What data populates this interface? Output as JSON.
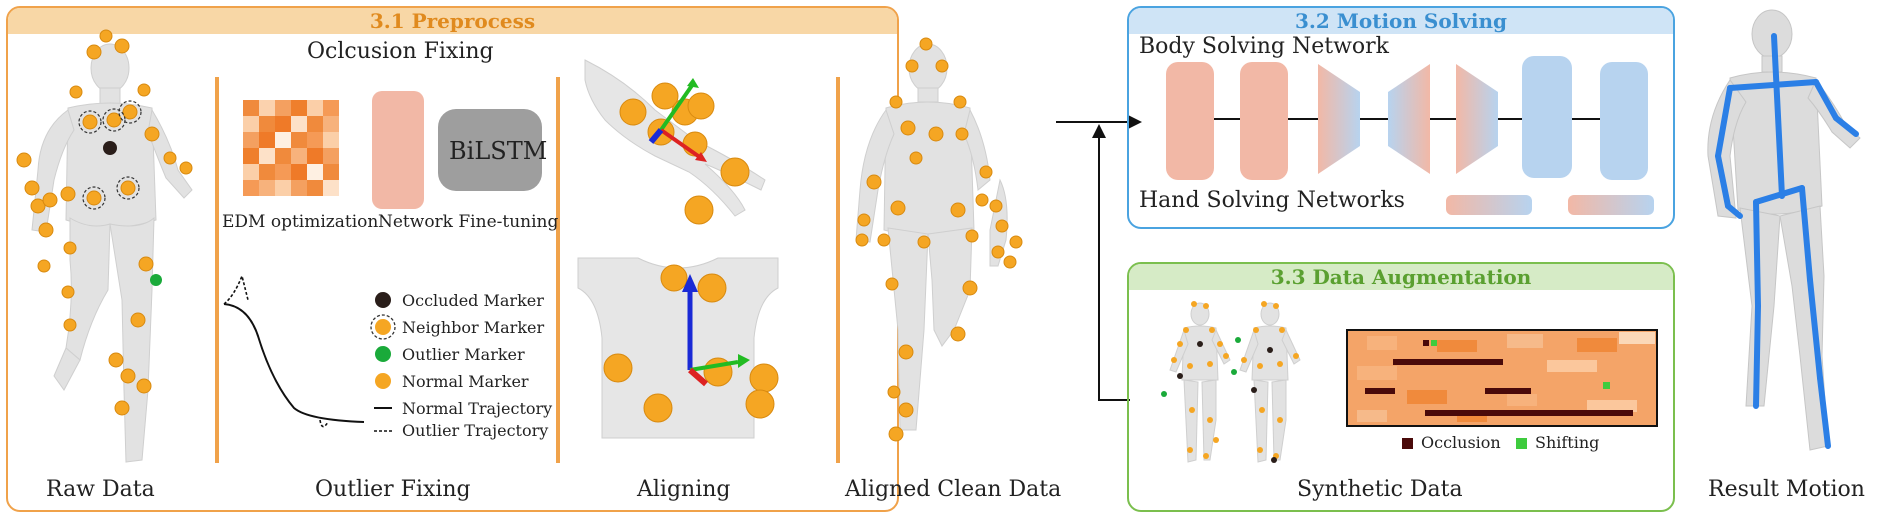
{
  "preprocess": {
    "title": "3.1 Preprocess",
    "occlusion_fixing": "Oclcusion Fixing",
    "edm_label": "EDM optimization",
    "finetune_label": "Network Fine-tuning",
    "bilstm": "BiLSTM",
    "raw_data": "Raw Data",
    "outlier_fixing": "Outlier Fixing",
    "aligning": "Aligning",
    "aligned_clean": "Aligned Clean Data",
    "legend": [
      {
        "label": "Occluded Marker",
        "color": "#2a1e1a"
      },
      {
        "label": "Neighbor Marker",
        "color": "#f5a623"
      },
      {
        "label": "Outlier Marker",
        "color": "#1aaa3a"
      },
      {
        "label": "Normal Marker",
        "color": "#f5a623"
      },
      {
        "label": "Normal Trajectory"
      },
      {
        "label": "Outlier Trajectory"
      }
    ]
  },
  "motion_solving": {
    "title": "3.2 Motion Solving",
    "body_net": "Body Solving Network",
    "hand_net": "Hand Solving Networks"
  },
  "augmentation": {
    "title": "3.3 Data Augmentation",
    "synthetic": "Synthetic Data",
    "occlusion": "Occlusion",
    "shifting": "Shifting"
  },
  "result": "Result Motion",
  "colors": {
    "preprocess": "#f0a24a",
    "motion": "#4aa3e0",
    "augment": "#7bbf4e",
    "marker": "#f5a623",
    "skeleton": "#2b7fe6",
    "salmon": "#f2b8a6",
    "blue": "#b7d3ef"
  }
}
